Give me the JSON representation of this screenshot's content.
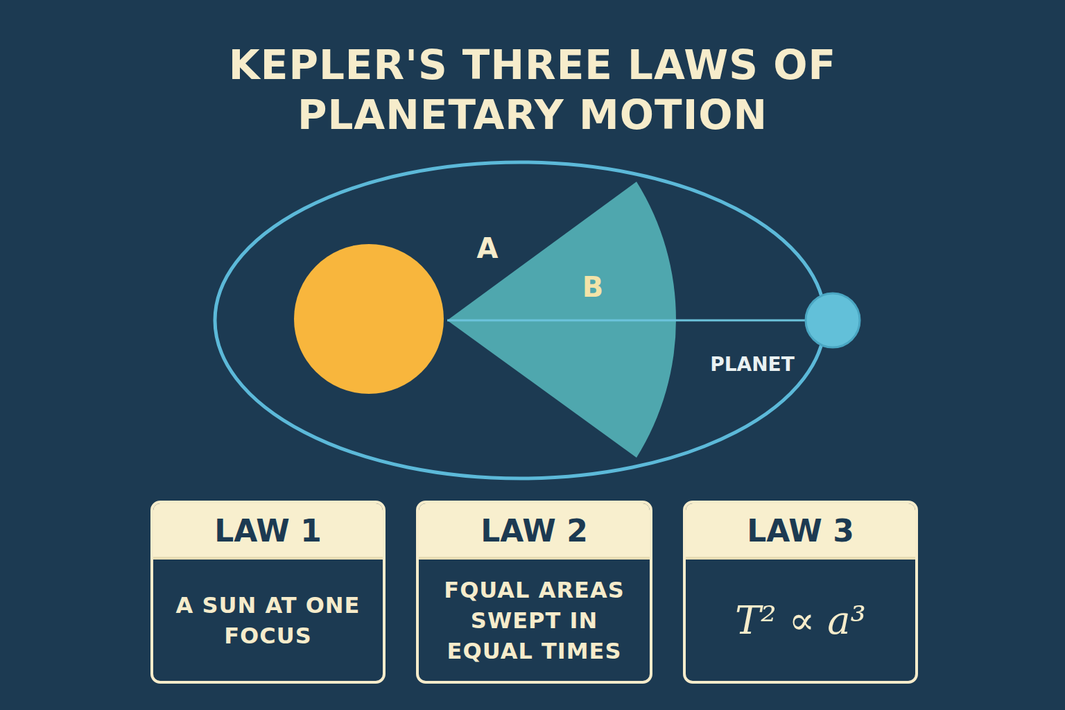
{
  "diagram": {
    "title": "KEPLER'S THREE LAWS OF PLANETARY MOTION",
    "nodes": [
      {
        "text": [
          "LAW 1",
          "A SUN AT ONE FOCUS"
        ]
      },
      {
        "text": [
          "LAW 2",
          "FQUAL AREAS SWEPT IN EQUAL TIMES"
        ]
      },
      {
        "text": [
          "LAW 3",
          "T² ∝ a³"
        ]
      }
    ],
    "labels": [
      "A",
      "B",
      "PLANET"
    ]
  }
}
